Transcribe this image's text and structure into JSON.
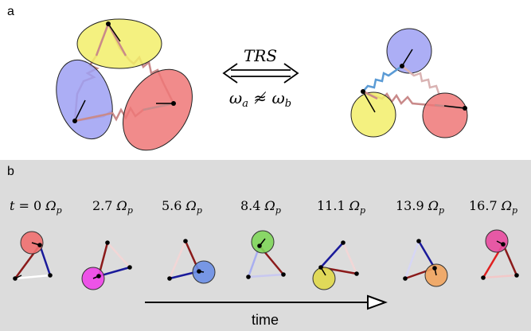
{
  "panel_a": {
    "label": "a",
    "relation_top": "TRS",
    "relation_bottom_lhs": "ω",
    "relation_bottom_sub_a": "a",
    "relation_bottom_op": "≉",
    "relation_bottom_rhs": "ω",
    "relation_bottom_sub_b": "b"
  },
  "panel_b": {
    "label": "b",
    "time_prefix": "t",
    "equals": "=",
    "omega": "Ω",
    "omega_sub": "p",
    "time_labels": [
      "0",
      "2.7",
      "5.6",
      "8.4",
      "11.1",
      "13.9",
      "16.7"
    ],
    "arrow_label": "time"
  },
  "colors": {
    "yellow": "#f2ee6a",
    "blue": "#9da0f3",
    "red": "#ef7777",
    "green": "#7fd65a",
    "magenta": "#ee44e8",
    "gold": "#e0d84a",
    "orange": "#f1a45e",
    "spring_pink": "#c98a8a",
    "spring_blue": "#5b9bd5",
    "panel_b_bg": "#dcdcdc"
  }
}
